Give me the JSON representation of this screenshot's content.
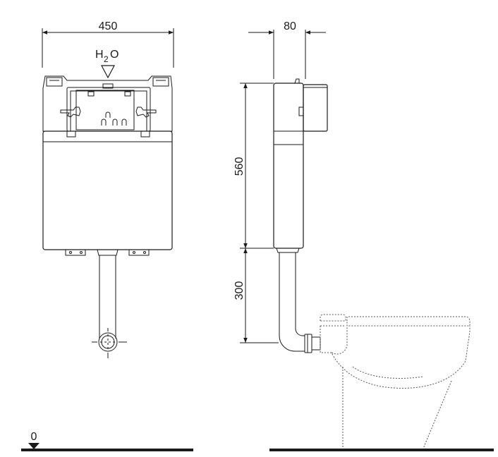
{
  "dimensions": {
    "width": "450",
    "depth": "80",
    "cistern_height": "560",
    "outlet_height": "300",
    "floor_level": "0"
  },
  "inlet_label": {
    "main": "H",
    "subscript": "2",
    "suffix": "O"
  },
  "colors": {
    "line": "#1a1a1a",
    "floor": "#1a1a1a",
    "hidden": "#555555"
  }
}
